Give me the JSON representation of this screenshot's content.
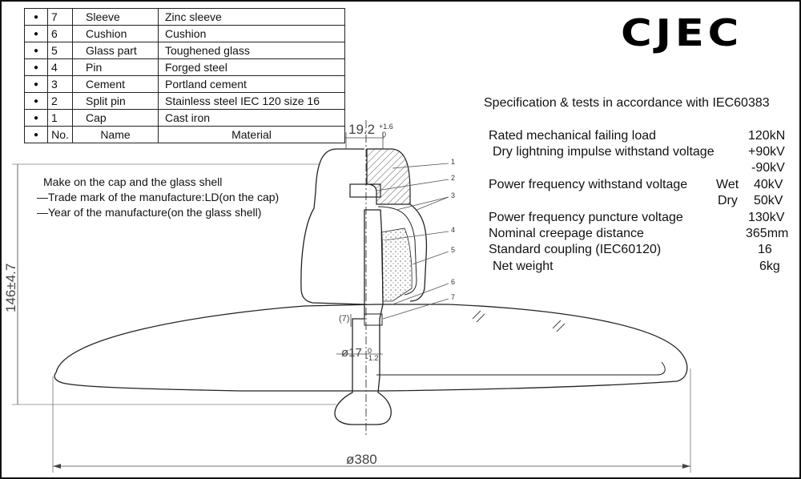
{
  "parts_table": {
    "rows": [
      {
        "no": "7",
        "name": "Sleeve",
        "material": "Zinc sleeve"
      },
      {
        "no": "6",
        "name": "Cushion",
        "material": "Cushion"
      },
      {
        "no": "5",
        "name": "Glass part",
        "material": "Toughened glass"
      },
      {
        "no": "4",
        "name": "Pin",
        "material": "Forged steel"
      },
      {
        "no": "3",
        "name": "Cement",
        "material": "Portland cement"
      },
      {
        "no": "2",
        "name": "Split pin",
        "material": "Stainless steel IEC 120 size 16"
      },
      {
        "no": "1",
        "name": "Cap",
        "material": "Cast iron"
      }
    ],
    "header": {
      "no": "No.",
      "name": "Name",
      "material": "Material"
    },
    "bullet": "●"
  },
  "logo": {
    "text": "CJEC"
  },
  "notes": {
    "line1": "Make on the cap and the glass shell",
    "line2": "—Trade mark of the manufacture:LD(on the cap)",
    "line3": "—Year of the manufacture(on the glass shell)"
  },
  "spec": {
    "heading": "Specification & tests in accordance with IEC60383",
    "rows": [
      {
        "label": "Rated mechanical failing load",
        "sub": "",
        "value": "120kN"
      },
      {
        "label": "Dry lightning impulse withstand voltage",
        "sub": "",
        "value": "+90kV"
      },
      {
        "label": "",
        "sub": "",
        "value": "-90kV"
      },
      {
        "label": "Power frequency withstand voltage",
        "sub": "Wet",
        "value": "40kV"
      },
      {
        "label": "",
        "sub": "Dry",
        "value": "50kV"
      },
      {
        "label": "Power frequency puncture voltage",
        "sub": "",
        "value": "130kV"
      },
      {
        "label": "Nominal creepage distance",
        "sub": "",
        "value": "365mm"
      },
      {
        "label": "Standard coupling (IEC60120)",
        "sub": "",
        "value": "16"
      },
      {
        "label": "Net weight",
        "sub": "",
        "value": "6kg"
      }
    ]
  },
  "dimensions": {
    "socket_width": "19.2",
    "socket_tol_top": "+1.6",
    "socket_tol_bottom": "0",
    "height": "146±4.7",
    "pin_diameter": "ø17",
    "pin_tol_top": "0",
    "pin_tol_bottom": "-1.2",
    "sleeve_height": "(7)",
    "shell_diameter": "ø380"
  },
  "callouts": [
    "1",
    "2",
    "3",
    "4",
    "5",
    "6",
    "7"
  ]
}
